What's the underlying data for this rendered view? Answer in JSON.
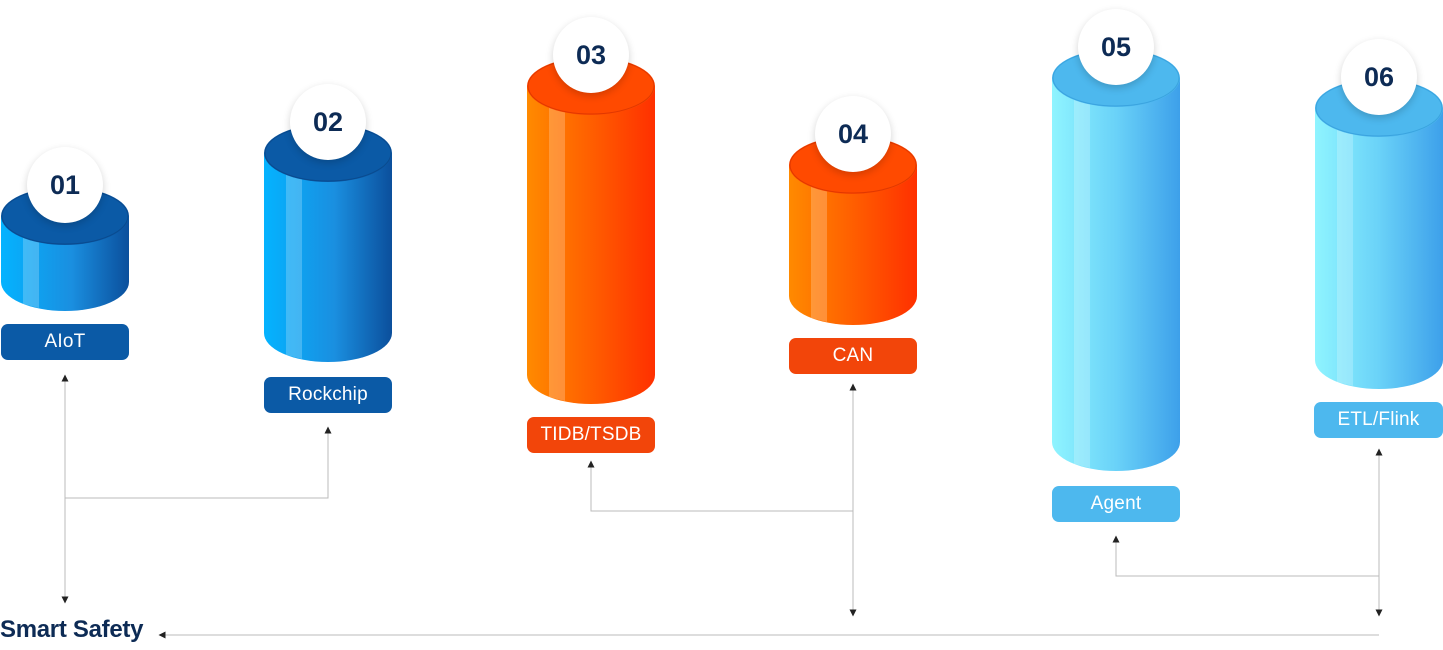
{
  "nodes": [
    {
      "number": "01",
      "label": "AIoT",
      "theme": "blue"
    },
    {
      "number": "02",
      "label": "Rockchip",
      "theme": "blue"
    },
    {
      "number": "03",
      "label": "TIDB/TSDB",
      "theme": "orange"
    },
    {
      "number": "04",
      "label": "CAN",
      "theme": "orange"
    },
    {
      "number": "05",
      "label": "Agent",
      "theme": "light-blue"
    },
    {
      "number": "06",
      "label": "ETL/Flink",
      "theme": "light-blue"
    }
  ],
  "final_label": "Smart Safety",
  "colors": {
    "blue_dark": "#0b4f9c",
    "blue_mid": "#1aa0e8",
    "blue_light": "#04b3ff",
    "orange_dark": "#ff3a00",
    "orange_light": "#ff8a00",
    "sky_dark": "#3da8ee",
    "sky_light": "#8ff4ff",
    "label_blue": "#0b5aa6",
    "label_orange": "#f2450a",
    "label_sky": "#4db8ee",
    "text_dark": "#0d2b55",
    "connector": "#bbbbbb"
  }
}
